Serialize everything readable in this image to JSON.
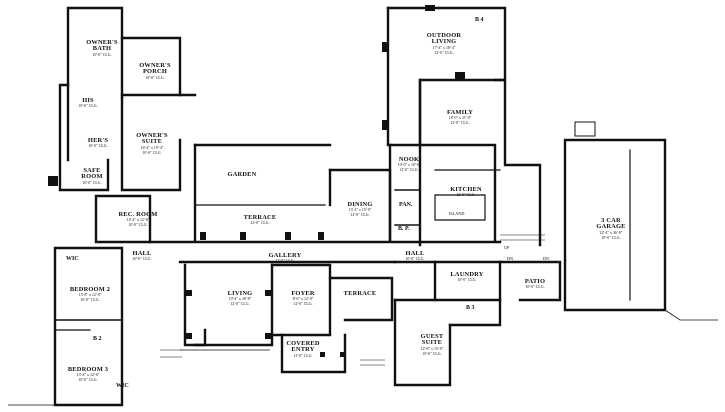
{
  "rooms": {
    "owners_bath": {
      "name1": "OWNER'S",
      "name2": "BATH",
      "ceiling": "10'-0\" CLG."
    },
    "owners_porch": {
      "name1": "OWNER'S",
      "name2": "PORCH",
      "ceiling": "10'-0\" CLG."
    },
    "his": {
      "name": "HIS",
      "ceiling": "10'-0\" CLG."
    },
    "hers": {
      "name": "HER'S",
      "ceiling": "10'-0\" CLG."
    },
    "owners_suite": {
      "name1": "OWNER'S",
      "name2": "SUITE",
      "dims": "16'-4\" x 19'-4\"",
      "ceiling": "10'-0\" CLG."
    },
    "safe_room": {
      "name1": "SAFE",
      "name2": "ROOM",
      "ceiling": "10'-0\" CLG."
    },
    "garden": {
      "name": "GARDEN"
    },
    "terrace_main": {
      "name": "TERRACE",
      "ceiling": "12'-0\" CLG."
    },
    "rec_room": {
      "name": "REC. ROOM",
      "dims": "14'-4\" x 12'-8\"",
      "ceiling": "10'-0\" CLG."
    },
    "hall_left": {
      "name": "HALL",
      "ceiling": "10'-0\" CLG."
    },
    "wic_top": {
      "name": "WIC"
    },
    "bedroom2": {
      "name": "BEDROOM 2",
      "dims": "13'-8\" x 12'-0\"",
      "ceiling": "10'-0\" CLG."
    },
    "b2": {
      "name": "B 2"
    },
    "bedroom3": {
      "name": "BEDROOM 3",
      "dims": "13'-4\" x 12'-0\"",
      "ceiling": "10'-0\" CLG."
    },
    "wic_bottom": {
      "name": "WIC"
    },
    "gallery": {
      "name": "GALLERY",
      "ceiling": "12'-0\" CLG."
    },
    "living": {
      "name": "LIVING",
      "dims": "19'-4\" x 20'-8\"",
      "ceiling": "12'-0\" CLG."
    },
    "foyer": {
      "name": "FOYER",
      "dims": "8'-6\" x 12'-0\"",
      "ceiling": "12'-0\" CLG."
    },
    "covered_entry": {
      "name1": "COVERED",
      "name2": "ENTRY",
      "ceiling": "12'-0\" CLG."
    },
    "terrace_small": {
      "name": "TERRACE"
    },
    "dining": {
      "name": "DINING",
      "dims": "13'-3\" x 15'-0\"",
      "ceiling": "12'-0\" CLG."
    },
    "nook": {
      "name": "NOOK",
      "dims": "10'-0\" x 10'-0\"",
      "ceiling": "12'-0\" CLG."
    },
    "pan": {
      "name": "PAN."
    },
    "bp": {
      "name": "B. P."
    },
    "outdoor_living": {
      "name1": "OUTDOOR",
      "name2": "LIVING",
      "dims": "17'-4\" x 18'-4\"",
      "ceiling": "12'-0\" CLG."
    },
    "b4": {
      "name": "B 4"
    },
    "family": {
      "name": "FAMILY",
      "dims": "18'-0\" x 21'-0\"",
      "ceiling": "12'-0\" CLG."
    },
    "kitchen": {
      "name": "KITCHEN",
      "ceiling": "12'-0\" CLG.",
      "island_label": "ISLAND"
    },
    "hall_right": {
      "name": "HALL",
      "ceiling": "10'-0\" CLG."
    },
    "laundry": {
      "name": "LAUNDRY",
      "ceiling": "10'-0\" CLG."
    },
    "b3": {
      "name": "B 3"
    },
    "guest_suite": {
      "name1": "GUEST",
      "name2": "SUITE",
      "dims": "12'-8\" x 15'-0\"",
      "ceiling": "10'-0\" CLG."
    },
    "patio": {
      "name": "PATIO",
      "ceiling": "10'-0\" CLG."
    },
    "garage": {
      "name1": "3 CAR",
      "name2": "GARAGE",
      "dims": "22'-4\" x 36'-0\"",
      "ceiling": "10'-0\" CLG."
    }
  },
  "small_labels": {
    "up": "UP",
    "dn_left": "DN",
    "dn_right": "DN"
  }
}
